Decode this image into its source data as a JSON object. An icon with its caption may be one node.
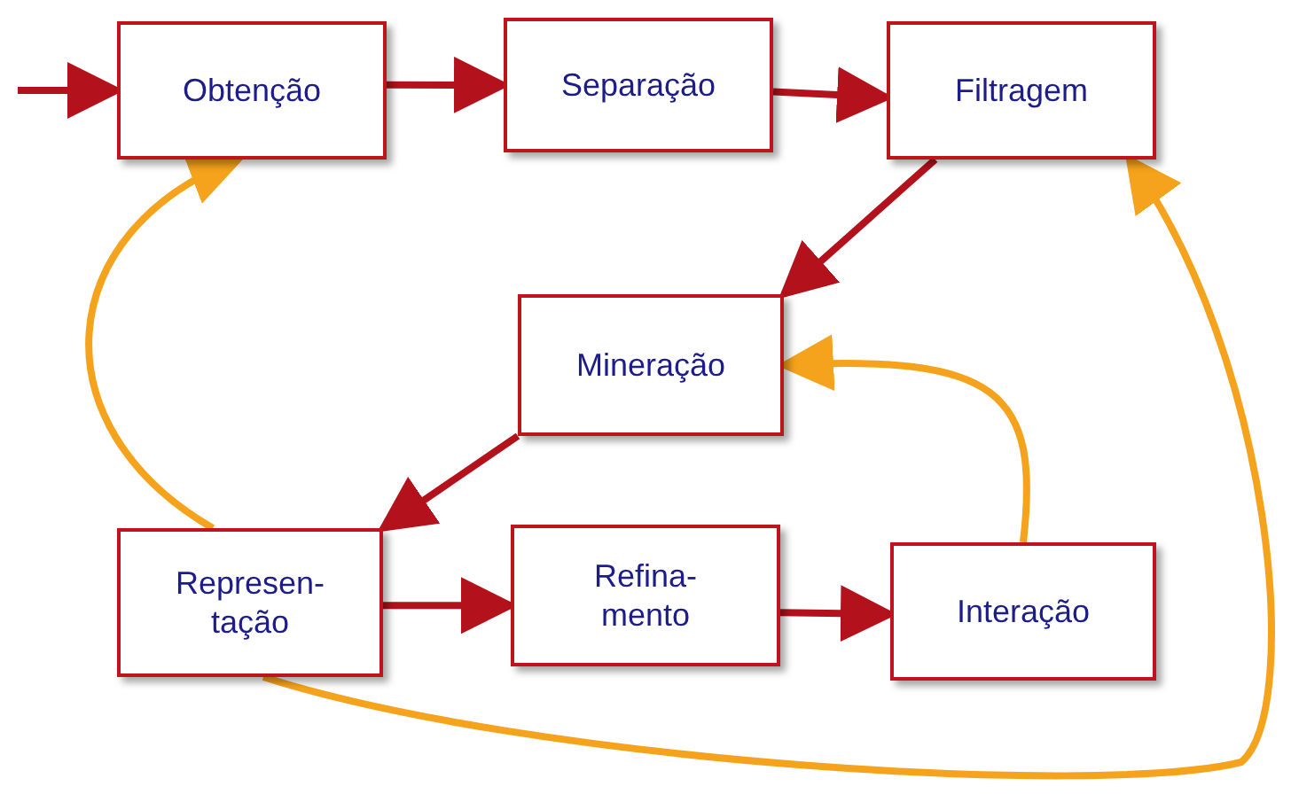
{
  "diagram": {
    "nodes": [
      {
        "text": [
          "Obtenção"
        ]
      },
      {
        "text": [
          "Separação"
        ]
      },
      {
        "text": [
          "Filtragem"
        ]
      },
      {
        "text": [
          "Mineração"
        ]
      },
      {
        "text": [
          "Represen- tação"
        ]
      },
      {
        "text": [
          "Refina- mento"
        ]
      },
      {
        "text": [
          "Interação"
        ]
      }
    ],
    "edges": [
      {
        "from": null,
        "to": 0,
        "arrow": "to"
      },
      {
        "from": 0,
        "to": 1,
        "arrow": "to"
      },
      {
        "from": 1,
        "to": 2,
        "arrow": "to"
      },
      {
        "from": 2,
        "to": 3,
        "arrow": "to"
      },
      {
        "from": 3,
        "to": 4,
        "arrow": "to"
      },
      {
        "from": 4,
        "to": 5,
        "arrow": "to"
      },
      {
        "from": 5,
        "to": 6,
        "arrow": "to"
      },
      {
        "from": 4,
        "to": 0,
        "arrow": "to",
        "color": "#f5a31c"
      },
      {
        "from": 6,
        "to": 3,
        "arrow": "to",
        "color": "#f5a31c"
      },
      {
        "from": 4,
        "to": 2,
        "arrow": "to",
        "color": "#f5a31c"
      }
    ]
  }
}
